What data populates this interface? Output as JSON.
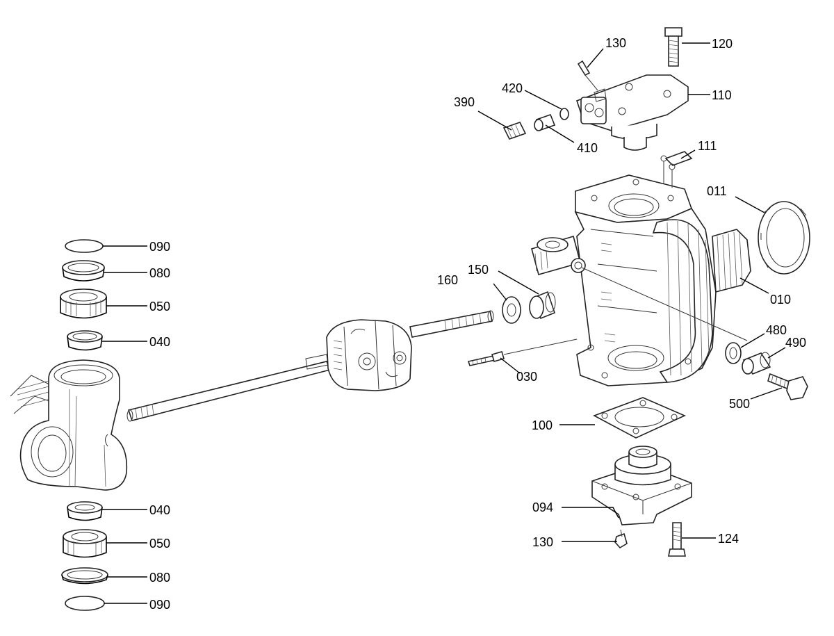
{
  "callouts": {
    "c130_top": "130",
    "c120": "120",
    "c420": "420",
    "c110": "110",
    "c390": "390",
    "c410": "410",
    "c111": "111",
    "c011": "011",
    "c090_top": "090",
    "c080_top": "080",
    "c050_top": "050",
    "c040_top": "040",
    "c150": "150",
    "c160": "160",
    "c010": "010",
    "c480": "480",
    "c490": "490",
    "c030": "030",
    "c500": "500",
    "c100": "100",
    "c094": "094",
    "c130_bot": "130",
    "c124": "124",
    "c040_bot": "040",
    "c050_bot": "050",
    "c080_bot": "080",
    "c090_bot": "090"
  }
}
